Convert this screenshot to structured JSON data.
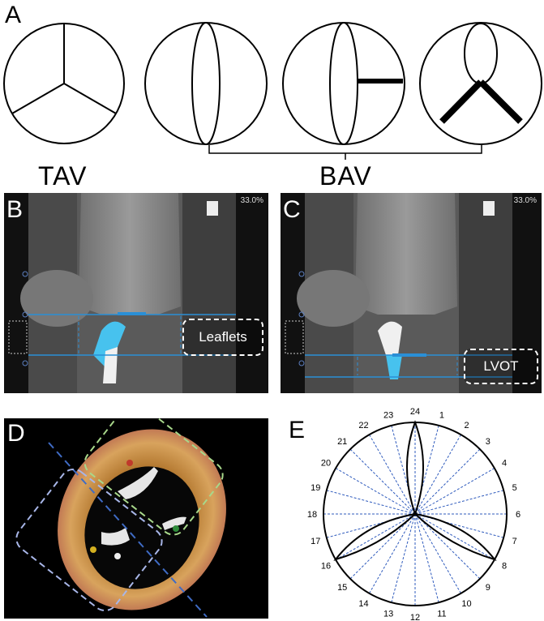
{
  "panels": {
    "a": {
      "letter": "A"
    },
    "b": {
      "letter": "B",
      "percent": "33.0%",
      "callout": "Leaflets"
    },
    "c": {
      "letter": "C",
      "percent": "33.0%",
      "callout": "LVOT"
    },
    "d": {
      "letter": "D"
    },
    "e": {
      "letter": "E"
    }
  },
  "groups": {
    "tav": "TAV",
    "bav": "BAV"
  },
  "clock": [
    "24",
    "1",
    "2",
    "3",
    "4",
    "5",
    "6",
    "7",
    "8",
    "9",
    "10",
    "11",
    "12",
    "13",
    "14",
    "15",
    "16",
    "17",
    "18",
    "19",
    "20",
    "21",
    "22",
    "23"
  ],
  "colors": {
    "blue_overlay": "#2a8fd6",
    "cyan_leaflet": "#47c2ee",
    "dashed_blue": "#2f5bbd",
    "green_box": "#a8d88b",
    "lilac_box": "#a8b6e8"
  }
}
